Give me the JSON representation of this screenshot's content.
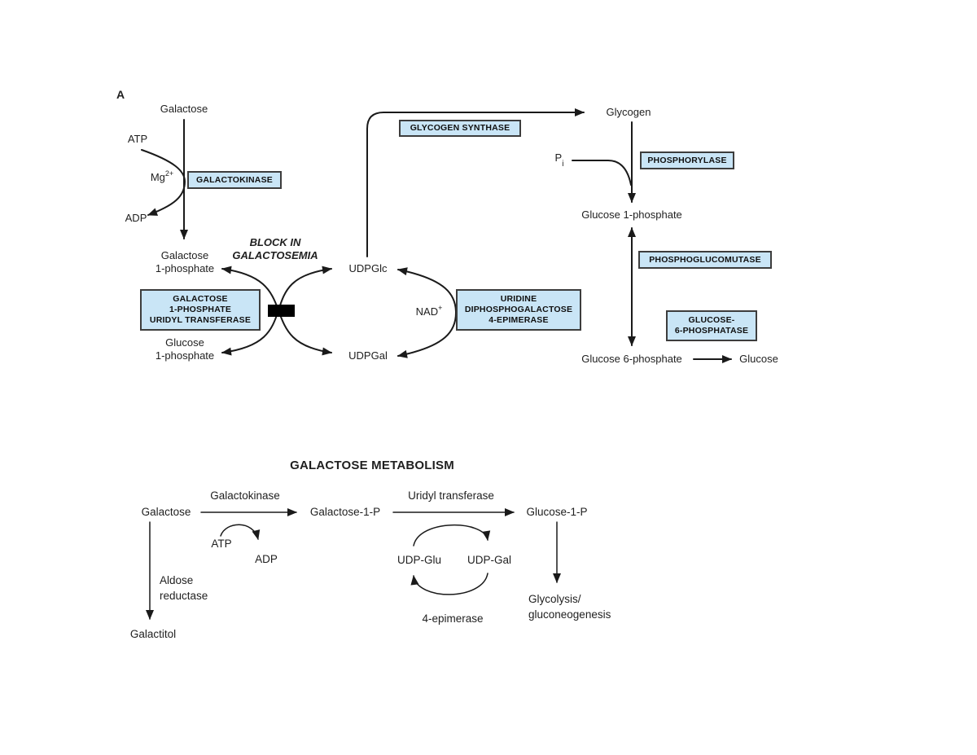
{
  "colors": {
    "background": "#ffffff",
    "enzyme_box_fill": "#c9e5f6",
    "enzyme_box_border": "#3d3d3d",
    "line": "#1a1a1a",
    "text": "#1f1f1f",
    "block_symbol": "#000000"
  },
  "panel_a": {
    "panel_label": "A",
    "metabolites": {
      "galactose": "Galactose",
      "galactose_1p": "Galactose\n1-phosphate",
      "udpglc": "UDPGlc",
      "glucose_1p_left": "Glucose\n1-phosphate",
      "udpgal": "UDPGal",
      "glycogen": "Glycogen",
      "glucose_1p_right": "Glucose 1-phosphate",
      "glucose_6p": "Glucose 6-phosphate",
      "glucose": "Glucose"
    },
    "cofactors": {
      "atp": "ATP",
      "adp": "ADP",
      "mg_base": "Mg",
      "mg_sup": "2+",
      "nad_base": "NAD",
      "nad_sup": "+",
      "p_base": "P",
      "p_sub": "i"
    },
    "enzymes": {
      "galactokinase": "GALACTOKINASE",
      "transferase": "GALACTOSE\n1-PHOSPHATE\nURIDYL TRANSFERASE",
      "epimerase": "URIDINE\nDIPHOSPHOGALACTOSE\n4-EPIMERASE",
      "glycogen_synthase": "GLYCOGEN SYNTHASE",
      "phosphorylase": "PHOSPHORYLASE",
      "phosphoglucomutase": "PHOSPHOGLUCOMUTASE",
      "glucose_6_phosphatase": "GLUCOSE-\n6-PHOSPHATASE"
    },
    "annotations": {
      "block_note": "BLOCK IN\nGALACTOSEMIA"
    }
  },
  "panel_b": {
    "title": "GALACTOSE METABOLISM",
    "metabolites": {
      "galactose": "Galactose",
      "galactose_1p": "Galactose-1-P",
      "glucose_1p": "Glucose-1-P",
      "udp_glu": "UDP-Glu",
      "udp_gal": "UDP-Gal",
      "galactitol": "Galactitol"
    },
    "cofactors": {
      "atp": "ATP",
      "adp": "ADP"
    },
    "enzymes": {
      "galactokinase": "Galactokinase",
      "uridyl_transferase": "Uridyl transferase",
      "epimerase": "4-epimerase",
      "aldose_reductase": "Aldose\nreductase"
    },
    "fates": {
      "glycolysis": "Glycolysis/\ngluconeogenesis"
    }
  }
}
